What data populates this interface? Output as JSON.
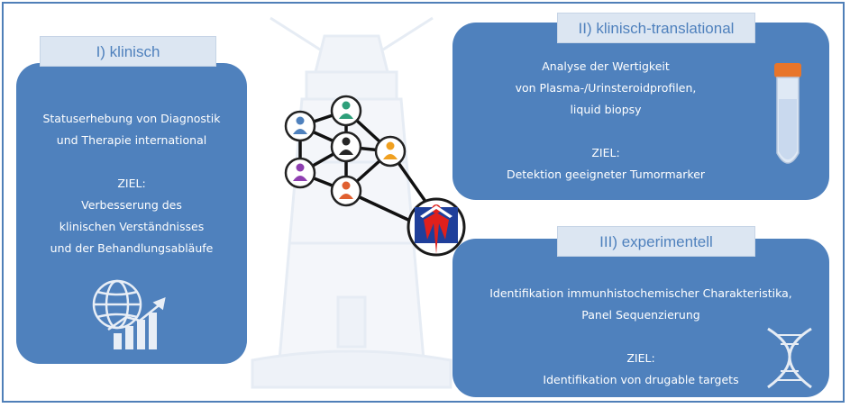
{
  "panels": {
    "clinical": {
      "title": "I) klinisch",
      "line1": "Statuserhebung von  Diagnostik",
      "line2": "und Therapie international",
      "goal": "ZIEL:",
      "goal1": "Verbesserung des",
      "goal2": "klinischen Verständnisses",
      "goal3": "und der Behandlungsabläufe",
      "icon": "globe-growth-chart-icon"
    },
    "translational": {
      "title": "II) klinisch-translational",
      "line1": "Analyse der Wertigkeit",
      "line2": "von Plasma-/Urinsteroidprofilen,",
      "line3": "liquid biopsy",
      "goal": "ZIEL:",
      "goal1": "Detektion geeigneter Tumormarker",
      "icon": "test-tube-icon"
    },
    "experimental": {
      "title": "III) experimentell",
      "line1": "Identifikation immunhistochemischer Charakteristika,",
      "line2": "Panel Sequenzierung",
      "goal": "ZIEL:",
      "goal1": "Identifikation von drugable targets",
      "icon": "dna-helix-icon"
    }
  },
  "network": {
    "icon": "person-network-icon",
    "logo": "organization-logo"
  },
  "colors": {
    "panel": "#4f81bd",
    "label_bg": "#dce6f2",
    "label_text": "#4f81bd",
    "green": "#2e9f7a",
    "black": "#262626",
    "orange": "#f0a020",
    "purple": "#8e3fb0",
    "red": "#e06030"
  }
}
